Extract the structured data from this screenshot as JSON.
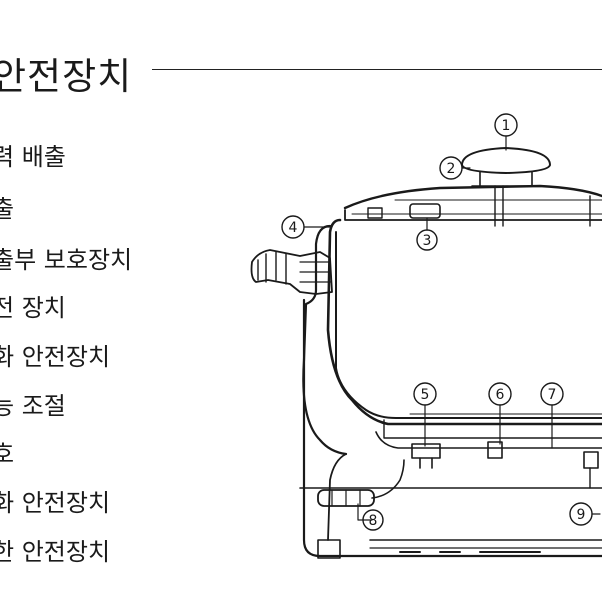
{
  "title": "안전장치",
  "features": [
    {
      "text": "력 배출"
    },
    {
      "text": "출"
    },
    {
      "text": "출부 보호장치"
    },
    {
      "text": "전 장치"
    },
    {
      "text": "화 안전장치"
    },
    {
      "text": "능 조절"
    },
    {
      "text": "호"
    },
    {
      "text": "화 안전장치"
    },
    {
      "text": "한 안전장치"
    }
  ],
  "callouts": [
    "1",
    "2",
    "3",
    "4",
    "5",
    "6",
    "7",
    "8",
    "9"
  ],
  "colors": {
    "line": "#1a1a1a",
    "background": "#ffffff"
  }
}
